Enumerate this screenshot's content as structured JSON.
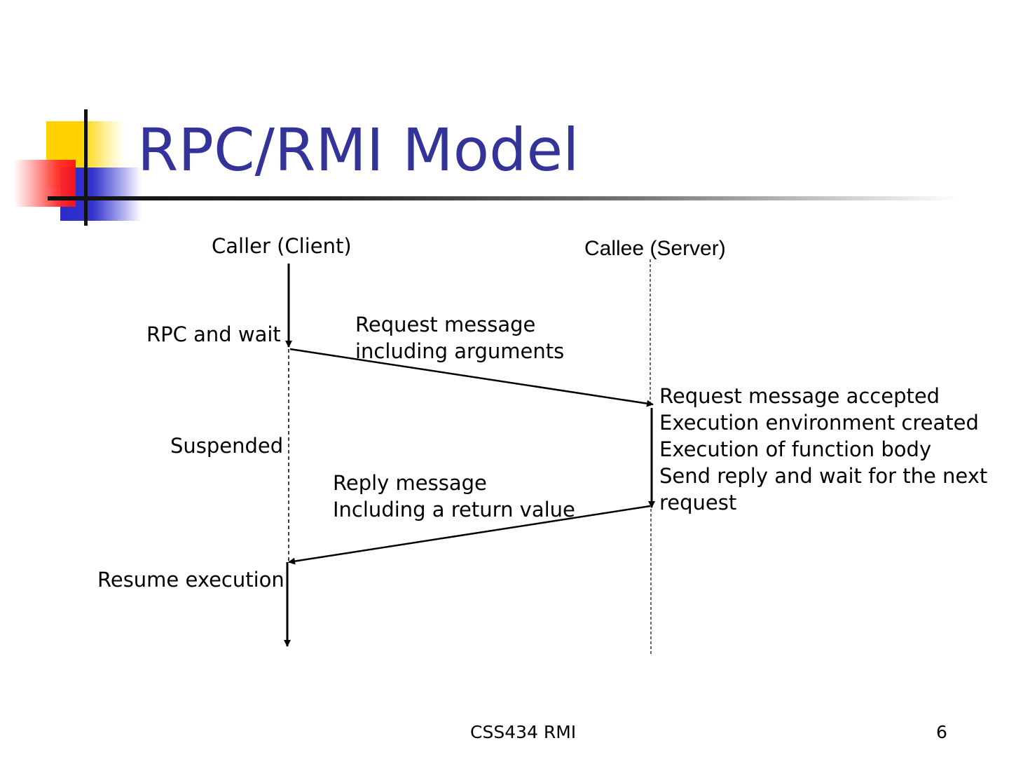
{
  "title": "RPC/RMI Model",
  "lanes": {
    "caller": "Caller (Client)",
    "callee": "Callee (Server)"
  },
  "caller_labels": {
    "rpc_wait": "RPC and wait",
    "suspended": "Suspended",
    "resume": "Resume execution"
  },
  "request_message": {
    "line1": "Request message",
    "line2": "including arguments"
  },
  "reply_message": {
    "line1": "Reply message",
    "line2": "Including a return value"
  },
  "server_steps": [
    "Request message accepted",
    "Execution environment created",
    "Execution of function body",
    "Send reply and wait for the next",
    "request"
  ],
  "footer": {
    "course": "CSS434 RMI",
    "page": "6"
  }
}
